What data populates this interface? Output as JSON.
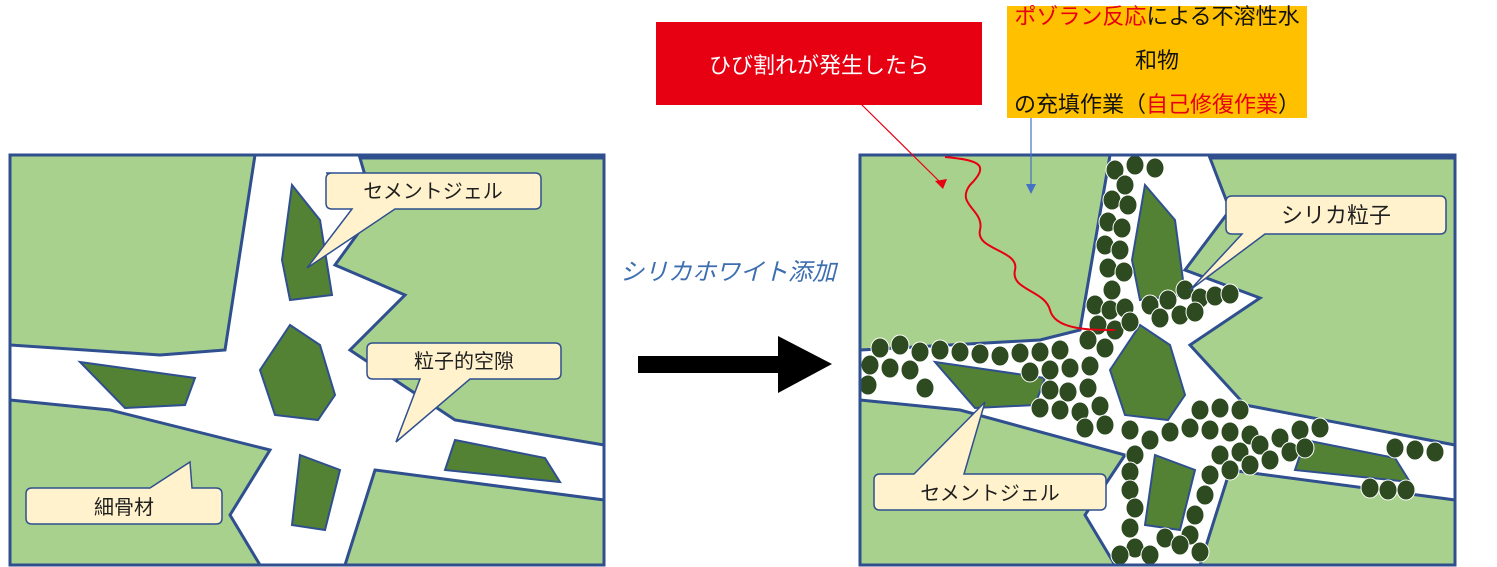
{
  "labels": {
    "cement_gel_left": "セメントジェル",
    "particle_void": "粒子的空隙",
    "fine_aggregate": "細骨材",
    "silica_particles": "シリカ粒子",
    "cement_gel_right": "セメントジェル",
    "silica_white_added": "シリカホワイト添加"
  },
  "crack_box": {
    "text": "ひび割れが発生したら"
  },
  "reaction_box": {
    "line1_highlight": "ポゾラン反応",
    "line1_rest": "による不溶性水和物",
    "line2_start": "の充填作業（",
    "line2_highlight": "自己修復作業",
    "line2_end": "）"
  },
  "colors": {
    "aggregate": "#a9d18e",
    "cement_gel": "#548235",
    "silica": "#2d4a20",
    "outline": "#2f4f8f",
    "callout_fill": "#fff2cc",
    "crack_line": "#e60012",
    "arrow_blue": "#4472c4"
  }
}
